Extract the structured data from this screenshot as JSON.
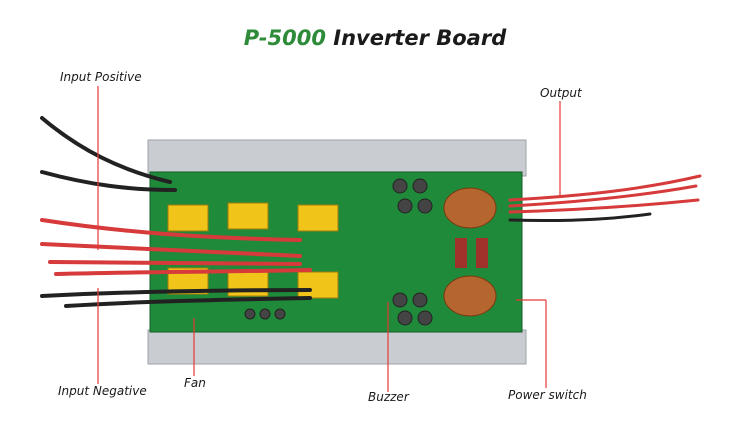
{
  "title": {
    "model": "P-5000",
    "rest": "Inverter Board"
  },
  "labels": {
    "input_positive": "Input Positive",
    "output": "Output",
    "input_negative": "Input Negative",
    "fan": "Fan",
    "buzzer": "Buzzer",
    "power_switch": "Power switch"
  },
  "colors": {
    "title_green": "#2e8b3a",
    "leader_red": "#e53935",
    "pcb_green": "#1f8a3a",
    "heatsink": "#c9ccd0"
  }
}
